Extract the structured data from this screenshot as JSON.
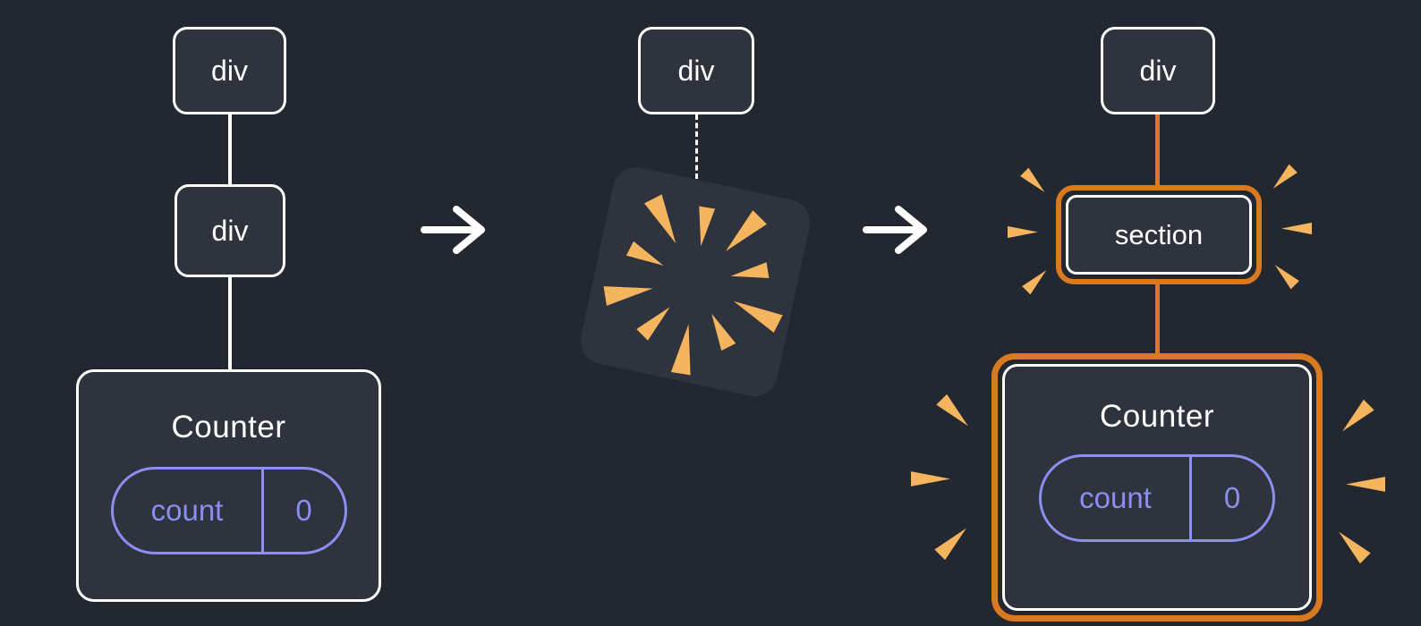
{
  "colors": {
    "background": "#23272f",
    "node_fill": "#2e333d",
    "node_border": "#ffffff",
    "text": "#ffffff",
    "state": "#8a8ff0",
    "highlight": "#d97a20",
    "sparkle": "#f5b45e",
    "arrow": "#ffffff"
  },
  "panels": {
    "before": {
      "root_label": "div",
      "child_label": "div",
      "component": {
        "title": "Counter",
        "state_key": "count",
        "state_value": "0"
      }
    },
    "transition": {
      "root_label": "div"
    },
    "after": {
      "root_label": "div",
      "child_label": "section",
      "component": {
        "title": "Counter",
        "state_key": "count",
        "state_value": "0"
      }
    }
  }
}
